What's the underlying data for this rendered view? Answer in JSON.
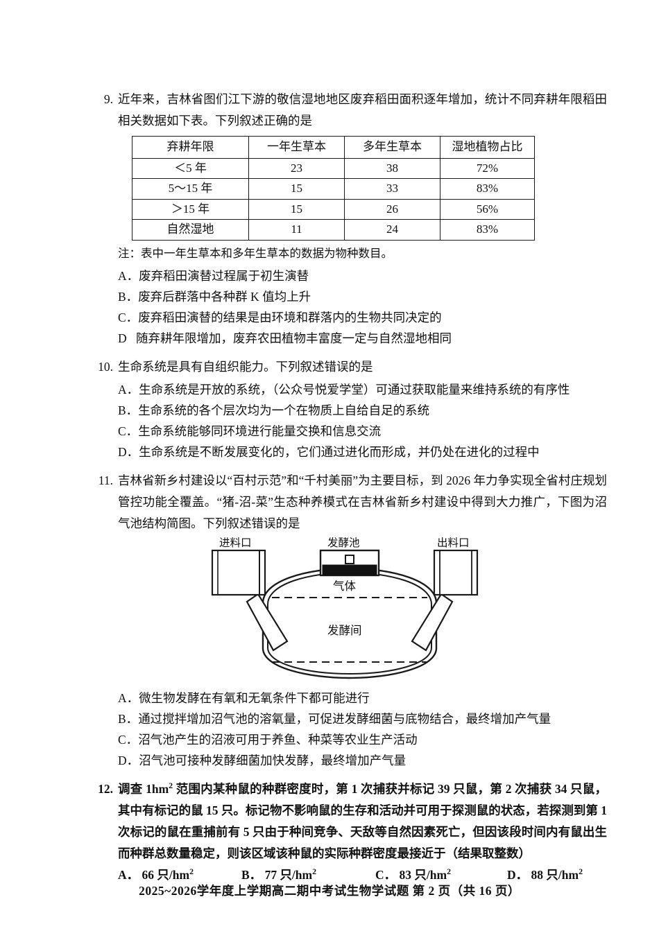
{
  "page": {
    "footer": "2025~2026学年度上学期高二期中考试生物学试题  第 2 页（共 16 页）"
  },
  "q9": {
    "number": "9.",
    "stem": "近年来，吉林省图们江下游的敬信湿地地区废弃稻田面积逐年增加，统计不同弃耕年限稻田相关数据如下表。下列叙述正确的是",
    "table": {
      "headers": [
        "弃耕年限",
        "一年生草本",
        "多年生草本",
        "湿地植物占比"
      ],
      "rows": [
        [
          "＜5 年",
          "23",
          "38",
          "72%"
        ],
        [
          "5～15 年",
          "15",
          "33",
          "83%"
        ],
        [
          "＞15 年",
          "15",
          "26",
          "56%"
        ],
        [
          "自然湿地",
          "11",
          "24",
          "83%"
        ]
      ]
    },
    "note": "注：表中一年生草本和多年生草本的数据为物种数目。",
    "options": [
      {
        "key": "A．",
        "text": "废弃稻田演替过程属于初生演替"
      },
      {
        "key": "B．",
        "text": "废弃后群落中各种群 K 值均上升"
      },
      {
        "key": "C．",
        "text": "废弃稻田演替的结果是由环境和群落内的生物共同决定的"
      },
      {
        "key": "D",
        "text": "随弃耕年限增加，废弃农田植物丰富度一定与自然湿地相同"
      }
    ]
  },
  "q10": {
    "number": "10.",
    "stem": "生命系统是具有自组织能力。下列叙述错误的是",
    "options": [
      {
        "key": "A．",
        "text": "生命系统是开放的系统，（公众号悦爱学堂）可通过获取能量来维持系统的有序性"
      },
      {
        "key": "B．",
        "text": "生命系统的各个层次均为一个在物质上自给自足的系统"
      },
      {
        "key": "C．",
        "text": "生命系统能够同环境进行能量交换和信息交流"
      },
      {
        "key": "D．",
        "text": "生命系统是不断发展变化的，它们通过进化而形成，并仍处在进化的过程中"
      }
    ]
  },
  "q11": {
    "number": "11.",
    "stem": "吉林省新乡村建设以“百村示范”和“千村美丽”为主要目标，到 2026 年力争实现全省村庄规划管控功能全覆盖。“猪-沼-菜”生态种养模式在吉林省新乡村建设中得到大力推广，下图为沼气池结构简图。下列叙述错误的是",
    "diagram": {
      "inlet_label": "进料口",
      "pool_label": "发酵池",
      "outlet_label": "出料口",
      "gas_label": "气体",
      "chamber_label": "发酵间"
    },
    "options": [
      {
        "key": "A．",
        "text": "微生物发酵在有氧和无氧条件下都可能进行"
      },
      {
        "key": "B．",
        "text": "通过搅拌增加沼气池的溶氧量，可促进发酵细菌与底物结合，最终增加产气量"
      },
      {
        "key": "C．",
        "text": "沼气池产生的沼液可用于养鱼、种菜等农业生产活动"
      },
      {
        "key": "D．",
        "text": "沼气池可接种发酵细菌加快发酵，最终增加产气量"
      }
    ]
  },
  "q12": {
    "number": "12.",
    "stem_part1": "调查 1hm",
    "stem_sup": "2",
    "stem_part2": " 范围内某种鼠的种群密度时，第 1 次捕获并标记 39 只鼠，第 2 次捕获 34 只鼠，其中有标记的鼠 15 只。标记物不影响鼠的生存和活动并可用于探测鼠的状态，若探测到第 1 次标记的鼠在重捕前有 5 只由于种间竞争、天敌等自然因素死亡，但因该段时间内有鼠出生而种群总数量稳定，则该区域该种鼠的实际种群密度最接近于（结果取整数）",
    "options": [
      {
        "key": "A．",
        "value": "66",
        "unit": "只/hm",
        "sup": "2"
      },
      {
        "key": "B．",
        "value": "77",
        "unit": "只/hm",
        "sup": "2"
      },
      {
        "key": "C．",
        "value": "83",
        "unit": "只/hm",
        "sup": "2"
      },
      {
        "key": "D．",
        "value": "88",
        "unit": "只/hm",
        "sup": "2"
      }
    ]
  }
}
